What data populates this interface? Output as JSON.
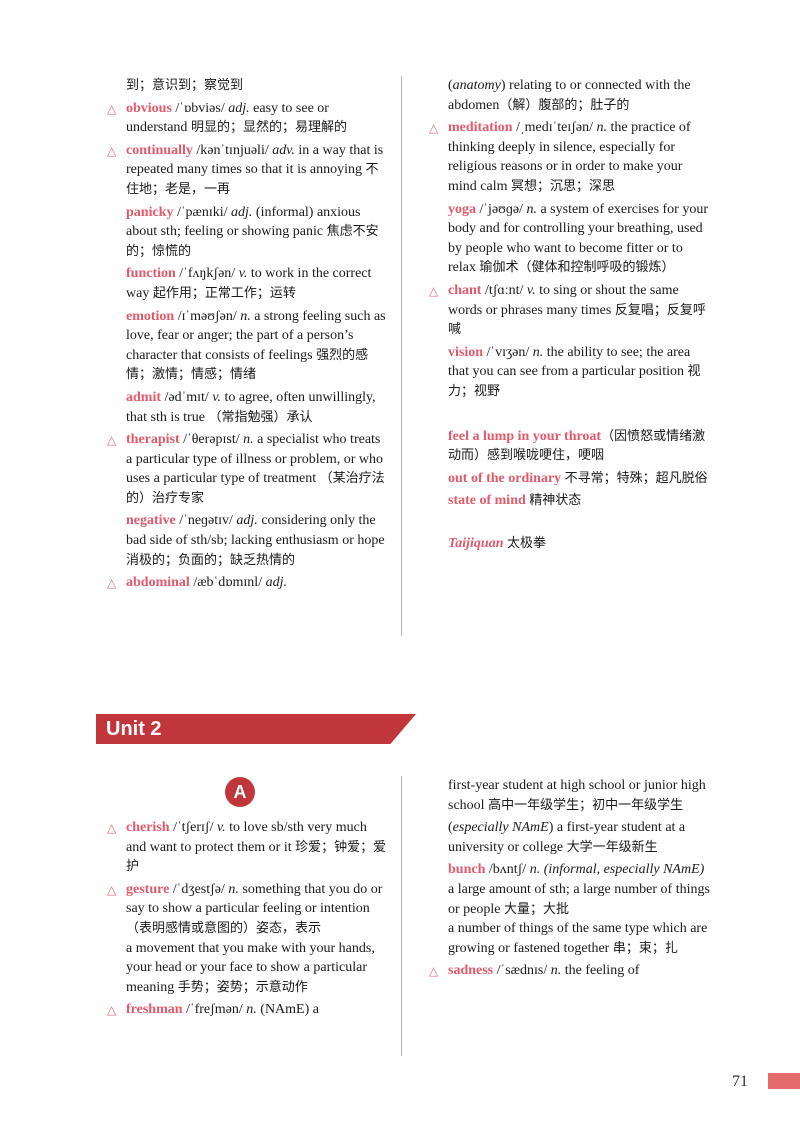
{
  "page": {
    "unit_title": "Unit 2",
    "section_label": "A",
    "page_number": "71",
    "accent_color": "#e05a6b",
    "banner_color": "#c0363a"
  },
  "top_left": {
    "continuation": "到；意识到；察觉到",
    "entries": [
      {
        "star": true,
        "hw": "obvious",
        "rest": " /ˈɒbviəs/ ",
        "pos": "adj.",
        "def": " easy to see or understand ",
        "zh": "明显的；显然的；易理解的"
      },
      {
        "star": true,
        "hw": "continually",
        "rest": " /kənˈtɪnjuəli/ ",
        "pos": "adv.",
        "def": " in a way that is repeated many times so that it is annoying ",
        "zh": "不住地；老是，一再"
      },
      {
        "star": false,
        "hw": "panicky",
        "rest": " /ˈpænɪki/ ",
        "pos": "adj.",
        "def": " (informal) anxious about sth; feeling or showing panic ",
        "zh": "焦虑不安的；惊慌的"
      },
      {
        "star": false,
        "hw": "function",
        "rest": " /ˈfʌŋkʃən/ ",
        "pos": "v.",
        "def": " to work in the correct way ",
        "zh": "起作用；正常工作；运转"
      },
      {
        "star": false,
        "hw": "emotion",
        "rest": " /ɪˈməʊʃən/ ",
        "pos": "n.",
        "def": " a strong feeling such as love, fear or anger; the part of a person’s character that consists of feelings ",
        "zh": "强烈的感情；激情；情感；情绪"
      },
      {
        "star": false,
        "hw": "admit",
        "rest": " /ədˈmɪt/ ",
        "pos": "v.",
        "def": " to agree, often unwillingly, that sth is true ",
        "zh": "（常指勉强）承认"
      },
      {
        "star": true,
        "hw": "therapist",
        "rest": " /ˈθerəpɪst/ ",
        "pos": "n.",
        "def": " a specialist who treats a particular type of illness or problem, or who uses a particular type of treatment ",
        "zh": "（某治疗法的）治疗专家"
      },
      {
        "star": false,
        "hw": "negative",
        "rest": " /ˈneɡətɪv/ ",
        "pos": "adj.",
        "def": " considering only the bad side of sth/sb; lacking enthusiasm or hope ",
        "zh": "消极的；负面的；缺乏热情的"
      },
      {
        "star": true,
        "hw": "abdominal",
        "rest": " /æbˈdɒmɪnl/ ",
        "pos": "adj.",
        "def": "",
        "zh": ""
      }
    ]
  },
  "top_right": {
    "continuation_it": "anatomy",
    "continuation": ") relating to or connected with the abdomen",
    "continuation_zh": "（解）腹部的；肚子的",
    "entries": [
      {
        "star": true,
        "hw": "meditation",
        "rest": " /ˌmedɪˈteɪʃən/ ",
        "pos": "n.",
        "def": " the practice of thinking deeply in silence, especially for religious reasons or in order to make your mind calm ",
        "zh": "冥想；沉思；深思"
      },
      {
        "star": false,
        "hw": "yoga",
        "rest": " /ˈjəʊɡə/ ",
        "pos": "n.",
        "def": " a system of exercises for your body and for controlling your breathing, used by people who want to become fitter or to relax ",
        "zh": "瑜伽术（健体和控制呼吸的锻炼）"
      },
      {
        "star": true,
        "hw": "chant",
        "rest": " /tʃɑːnt/ ",
        "pos": "v.",
        "def": " to sing or shout the same words or phrases many times ",
        "zh": "反复唱；反复呼喊"
      },
      {
        "star": false,
        "hw": "vision",
        "rest": " /ˈvɪʒən/ ",
        "pos": "n.",
        "def": " the ability to see; the area that you can see from a particular position ",
        "zh": "视力；视野"
      }
    ],
    "phrases": [
      {
        "phrase": "feel a lump in your throat",
        "zh": "（因愤怒或情绪激动而）感到喉咙哽住，哽咽"
      },
      {
        "phrase": "out of the ordinary",
        "zh": "不寻常；特殊；超凡脱俗"
      },
      {
        "phrase": "state of mind",
        "zh": "精神状态"
      }
    ],
    "proper": {
      "term": "Taijiquan",
      "zh": "太极拳"
    }
  },
  "bottom_left": {
    "entries": [
      {
        "star": true,
        "hw": "cherish",
        "rest": " /ˈtʃerɪʃ/ ",
        "pos": "v.",
        "def": " to love sb/sth very much and want to protect them or it ",
        "zh": "珍爱；钟爱；爱护"
      },
      {
        "star": true,
        "hw": "gesture",
        "rest": " /ˈdʒestʃə/ ",
        "pos": "n.",
        "def": " something that you do or say to show a particular feeling or intention ",
        "zh": "（表明感情或意图的）姿态，表示"
      }
    ],
    "gesture_sense2": "a movement that you make with your hands, your head or your face to show a particular meaning ",
    "gesture_sense2_zh": "手势；姿势；示意动作",
    "freshman": {
      "star": true,
      "hw": "freshman",
      "rest": " /ˈfreʃmən/ ",
      "pos": "n.",
      "def": " (NAmE) a"
    }
  },
  "bottom_right": {
    "fresh_cont": "first-year student at high school or junior high school ",
    "fresh_cont_zh": "高中一年级学生；初中一年级学生",
    "fresh_sense2_it": "especially NAmE",
    "fresh_sense2": ") a first-year student at a university or college ",
    "fresh_sense2_zh": "大学一年级新生",
    "bunch": {
      "hw": "bunch",
      "rest": " /bʌntʃ/ ",
      "pos": "n.",
      "label": "(informal, especially NAmE)",
      "def": " a large amount of sth; a large number of things or people ",
      "zh": "大量；大批"
    },
    "bunch_sense2": "a number of things of the same type which are growing or fastened together ",
    "bunch_sense2_zh": "串；束；扎",
    "sadness": {
      "star": true,
      "hw": "sadness",
      "rest": " /ˈsædnɪs/ ",
      "pos": "n.",
      "def": " the feeling of"
    }
  }
}
